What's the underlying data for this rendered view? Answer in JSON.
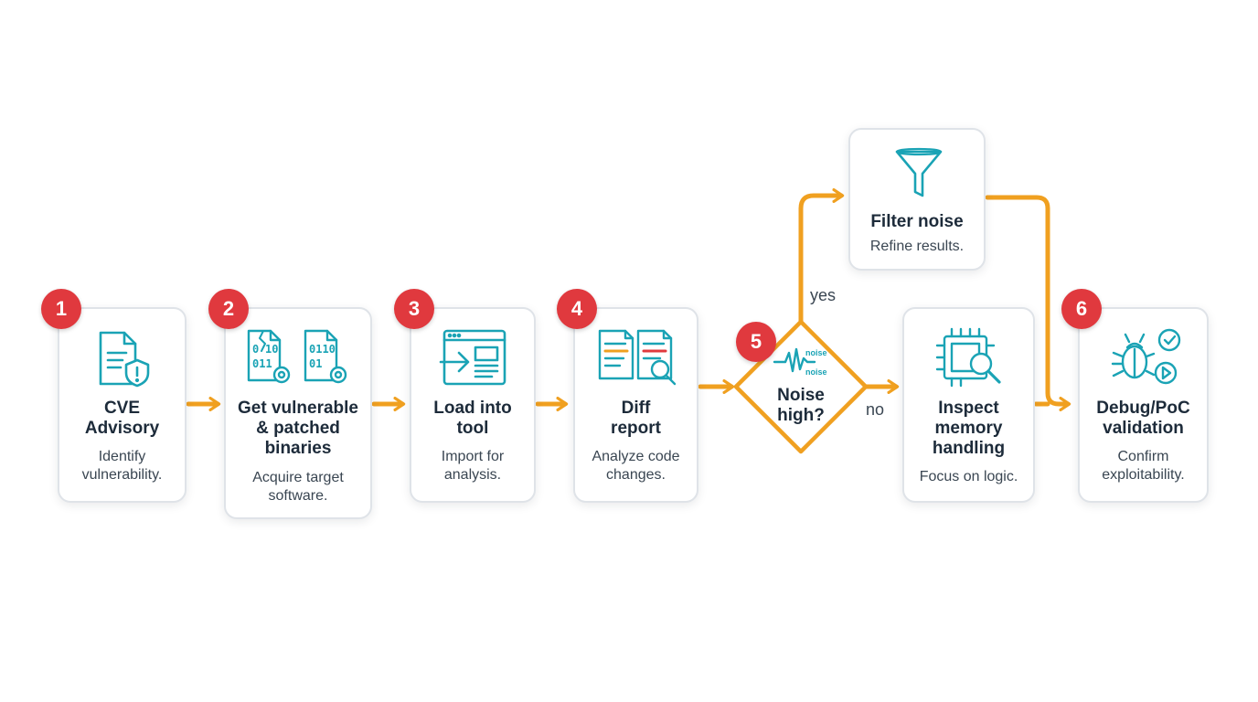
{
  "steps": [
    {
      "number": "1",
      "title": "CVE\nAdvisory",
      "description": "Identify\nvulnerability."
    },
    {
      "number": "2",
      "title": "Get vulnerable\n& patched\nbinaries",
      "description": "Acquire target\nsoftware."
    },
    {
      "number": "3",
      "title": "Load into\ntool",
      "description": "Import for\nanalysis."
    },
    {
      "number": "4",
      "title": "Diff\nreport",
      "description": "Analyze code\nchanges."
    },
    {
      "number": "6",
      "title": "Debug/PoC\nvalidation",
      "description": "Confirm\nexploitability."
    }
  ],
  "decision": {
    "number": "5",
    "question": "Noise\nhigh?",
    "icon_labels": [
      "noise",
      "noise"
    ],
    "yes_label": "yes",
    "no_label": "no"
  },
  "branch_yes": {
    "title": "Filter noise",
    "description": "Refine results."
  },
  "branch_no": {
    "title": "Inspect\nmemory\nhandling",
    "description": "Focus on logic."
  },
  "icons": {
    "step1": "document-shield-icon",
    "step2": "binary-files-gear-icon",
    "step3": "import-window-icon",
    "step4": "diff-documents-magnifier-icon",
    "decision": "noise-waveform-icon",
    "branch_yes": "funnel-icon",
    "branch_no": "chip-magnifier-icon",
    "step6": "bug-check-play-icon"
  },
  "colors": {
    "accent_teal": "#1aa3b5",
    "arrow_orange": "#f0a020",
    "badge_red": "#e0393e",
    "card_border": "#dfe3e8",
    "text_dark": "#1d2b3a"
  }
}
